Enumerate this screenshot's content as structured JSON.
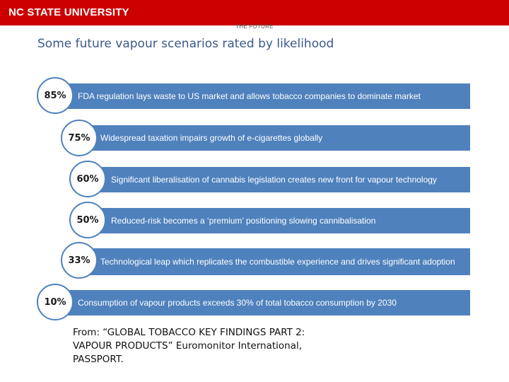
{
  "header": {
    "brand": "NC STATE UNIVERSITY",
    "section": "THE FUTURE"
  },
  "title": "Some future vapour scenarios rated by likelihood",
  "scenarios": [
    {
      "percent": "85%",
      "text": "FDA regulation lays waste to US market and allows tobacco companies to dominate market"
    },
    {
      "percent": "75%",
      "text": "Widespread taxation impairs growth of e-cigarettes globally"
    },
    {
      "percent": "60%",
      "text": "Significant liberalisation of cannabis legislation creates new front for vapour technology"
    },
    {
      "percent": "50%",
      "text": "Reduced-risk becomes a ‘premium’ positioning slowing cannibalisation"
    },
    {
      "percent": "33%",
      "text": "Technological leap which replicates the combustible experience and drives significant adoption"
    },
    {
      "percent": "10%",
      "text": "Consumption of vapour products exceeds 30% of total tobacco consumption by 2030"
    }
  ],
  "source": {
    "line1": "From: “GLOBAL TOBACCO KEY FINDINGS PART 2:",
    "line2": "VAPOUR PRODUCTS”  Euromonitor International,",
    "line3": "PASSPORT."
  },
  "colors": {
    "header_bar": "#cc0000",
    "bar": "#4f81bd",
    "title": "#3a5a8a"
  }
}
